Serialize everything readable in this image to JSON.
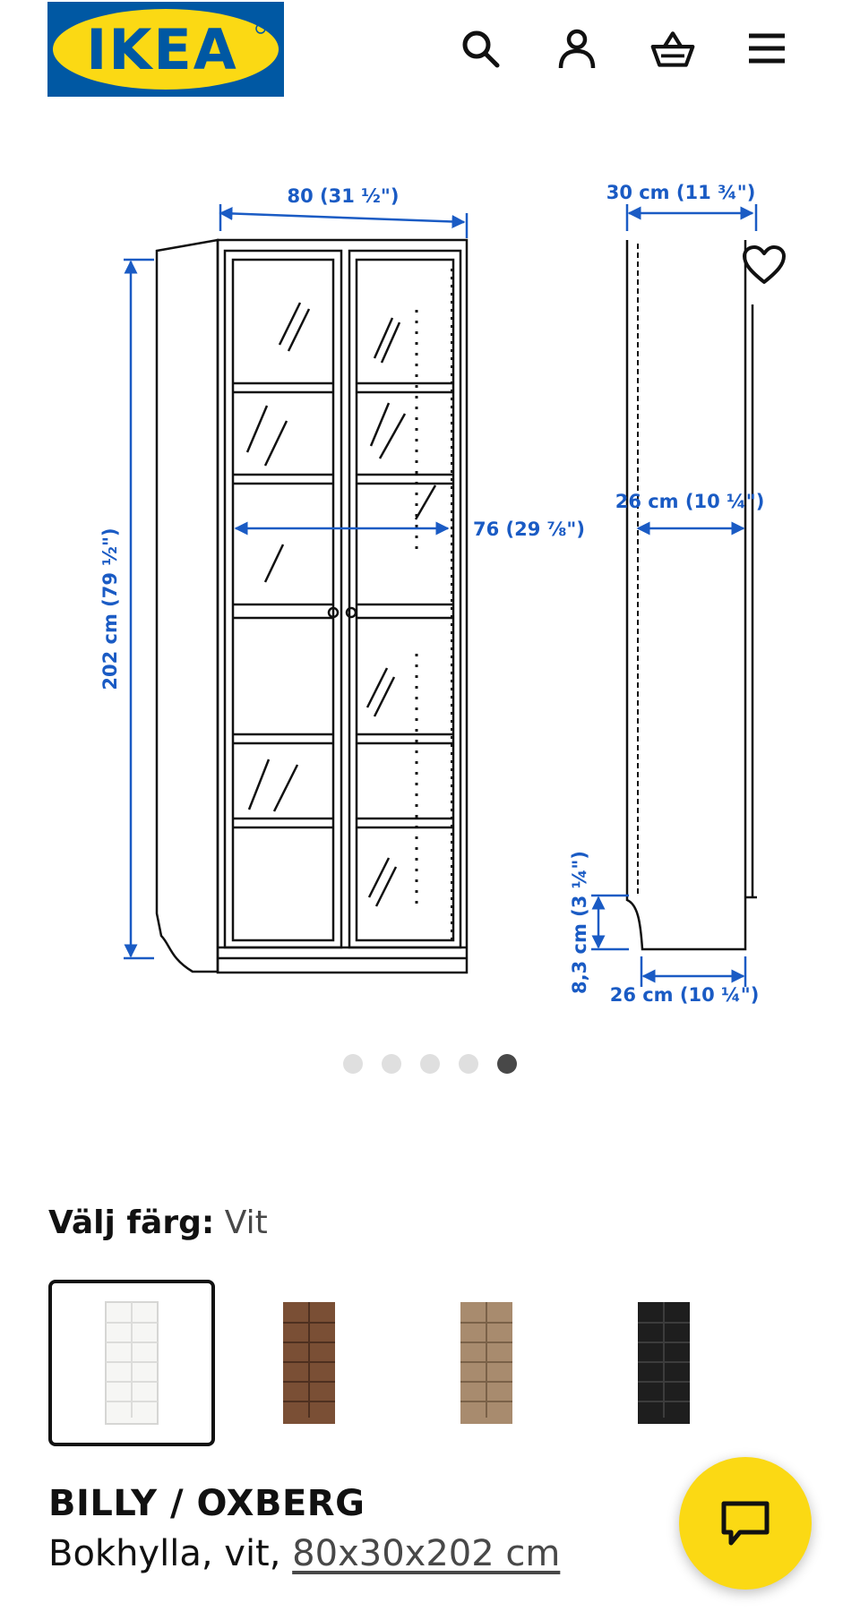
{
  "header": {
    "logo_text": "IKEA",
    "icons": [
      "search-icon",
      "user-icon",
      "basket-icon",
      "menu-icon"
    ]
  },
  "gallery": {
    "dimensions": {
      "width_outer": "80 (31 ½\")",
      "width_inner": "76 (29 ⅞\")",
      "height": "202 cm (79 ½\")",
      "depth_top": "30 cm (11 ¾\")",
      "depth_mid": "26 cm (10 ¼\")",
      "plinth_height": "8,3 cm (3 ¼\")",
      "depth_bottom": "26 cm (10 ¼\")"
    },
    "slide_count": 5,
    "active_slide": 5
  },
  "color_picker": {
    "label": "Välj färg:",
    "selected_value": "Vit",
    "options": [
      {
        "name": "white",
        "color": "#f4f4f2",
        "selected": true
      },
      {
        "name": "brown",
        "color": "#7a4f35",
        "selected": false
      },
      {
        "name": "oak",
        "color": "#a88b6e",
        "selected": false
      },
      {
        "name": "black",
        "color": "#1e1e1e",
        "selected": false
      }
    ]
  },
  "product": {
    "name": "BILLY / OXBERG",
    "description_prefix": "Bokhylla, vit, ",
    "size": "80x30x202 cm"
  },
  "colors": {
    "brand_blue": "#0058a3",
    "brand_yellow": "#fbd914",
    "dimension_blue": "#1a5bc4"
  }
}
